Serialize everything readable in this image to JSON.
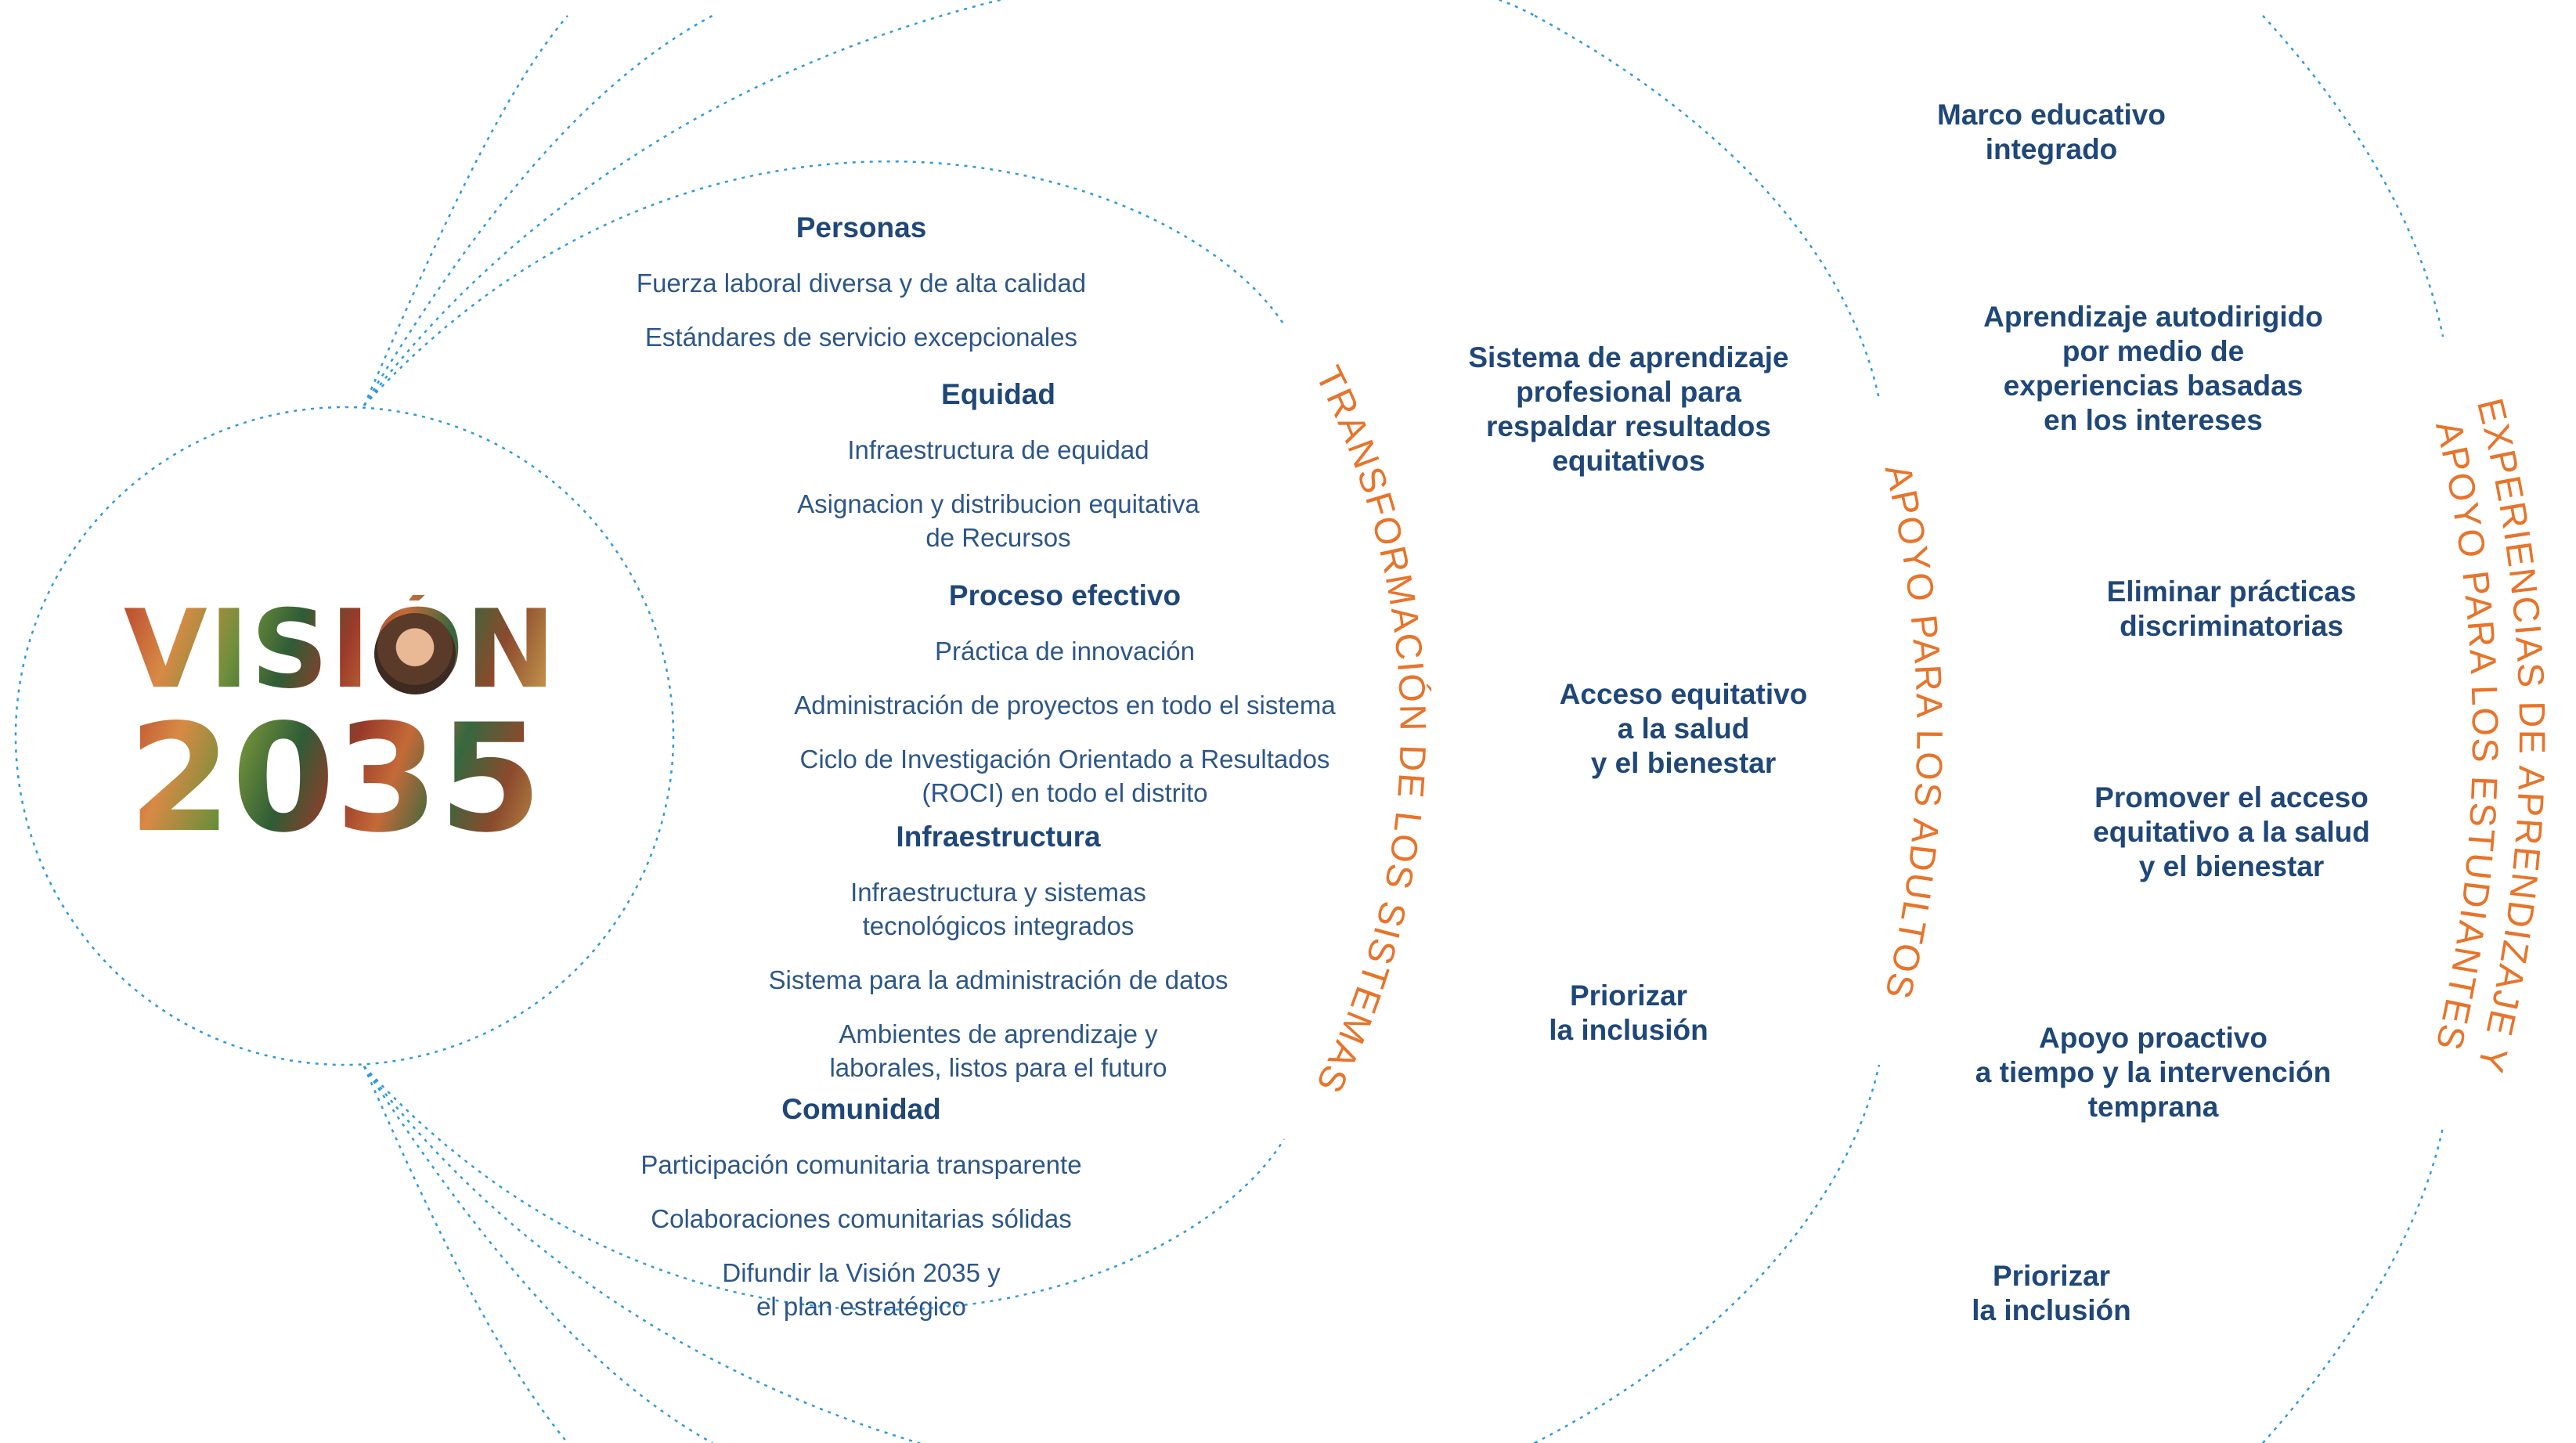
{
  "colors": {
    "heading": "#1f4778",
    "item": "#2d5689",
    "arc_label": "#e8742a",
    "arc_line": "#2f9ad8"
  },
  "vision": {
    "word": "VISIÓN",
    "year": "2035"
  },
  "sections": [
    {
      "title": "Personas",
      "items": [
        "Fuerza laboral diversa y de alta calidad",
        "Estándares de servicio excepcionales"
      ]
    },
    {
      "title": "Equidad",
      "items": [
        "Infraestructura de equidad",
        "Asignacion y distribucion equitativa\nde Recursos"
      ]
    },
    {
      "title": "Proceso efectivo",
      "items": [
        "Práctica de innovación",
        "Administración de proyectos en todo el sistema",
        "Ciclo de Investigación Orientado a Resultados\n(ROCI) en todo el distrito"
      ]
    },
    {
      "title": "Infraestructura",
      "items": [
        "Infraestructura y sistemas\ntecnológicos integrados",
        "Sistema para la administración de datos",
        "Ambientes de aprendizaje y\nlaborales, listos para el futuro"
      ]
    },
    {
      "title": "Comunidad",
      "items": [
        "Participación comunitaria transparente",
        "Colaboraciones comunitarias sólidas",
        "Difundir la Visión 2035 y\nel plan estratégico"
      ]
    }
  ],
  "arc_labels": {
    "systems": "TRANSFORMACIÓN DE LOS SISTEMAS",
    "adults": "APOYO PARA LOS ADULTOS",
    "students_line1": "EXPERIENCIAS DE APRENDIZAJE Y",
    "students_line2": "APOYO PARA LOS ESTUDIANTES"
  },
  "adult_items": [
    "Sistema de aprendizaje\nprofesional para\nrespaldar resultados\nequitativos",
    "Acceso equitativo\na la salud\ny el bienestar",
    "Priorizar\nla inclusión"
  ],
  "student_items": [
    "Marco educativo\nintegrado",
    "Aprendizaje autodirigido\npor medio de\nexperiencias basadas\nen los intereses",
    "Eliminar prácticas\ndiscriminatorias",
    "Promover el acceso\nequitativo a la salud\ny el bienestar",
    "Apoyo proactivo\na tiempo y la intervención\ntemprana",
    "Priorizar\nla inclusión"
  ]
}
